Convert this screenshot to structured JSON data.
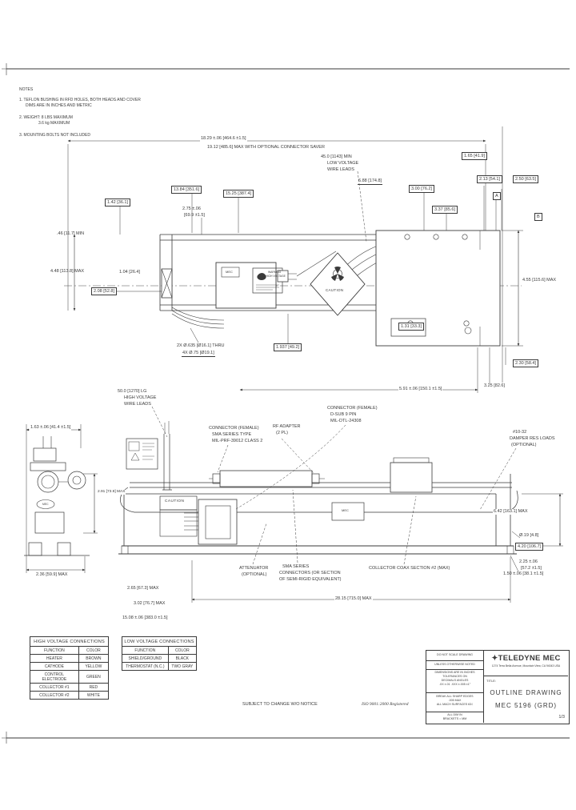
{
  "page": {
    "sheet": "1/3"
  },
  "notes": {
    "heading": "NOTES",
    "n1a": "1.  TEFLON BUSHING IN RFD HOLES, BOTH HEADS AND COVER",
    "n1b": "DIMS ARE IN INCHES AND METRIC",
    "n2a": "2.  WEIGHT:   8 LBS MAXIMUM",
    "n2b": "3.6 kg MAXIMUM",
    "n3": "3.  MOUNTING BOLTS NOT INCLUDED"
  },
  "top_view": {
    "overall": "18.29 ±.06 [464.6 ±1.5]",
    "overall_opt": "19.12 [485.6] MAX WITH OPTIONAL CONNECTOR SAVER",
    "d165": "1.65 [41.9]",
    "d688": "6.88 [174.8]",
    "d213": "2.13 [54.1]",
    "d250": "2.50 [63.5]",
    "lv1": "45.0 [1143] MIN",
    "lv2": "LOW VOLTAGE",
    "lv3": "WIRE LEADS",
    "d300": "3.00 [76.2]",
    "d337": "3.37 [85.6]",
    "d142": "1.42 [36.1]",
    "d1384": "13.84 [351.6]",
    "d1525": "15.25 [387.4]",
    "d275a": "2.75 ±.06",
    "d275b": "[69.9 ±1.5]",
    "d046": ".46 [11.7] MIN",
    "d448": "4.48 [113.8] MAX",
    "d208": "2.08 [52.8]",
    "d104": "1.04 [26.4]",
    "d455": "4.55 [115.6] MAX",
    "d230a": "3.25 [82.6]",
    "d230b": "2.30 [58.4]",
    "d591": "5.91 ±.06 [150.1 ±1.5]",
    "d131": "1.31 [33.3]",
    "holes1": "2X Ø.635 [Ø16.1] THRU",
    "holes2": "4X Ø.75 [Ø19.1]",
    "d1937": "1.937 [49.2]",
    "datum_a": "A",
    "datum_b": "B",
    "caution": "CAUTION",
    "warn1": "WARNING",
    "warn2": "HIGH VOLTAGE",
    "nameplate": "MEC"
  },
  "side_view": {
    "hv1": "50.0 [1270] LG",
    "hv2": "HIGH VOLTAGE",
    "hv3": "WIRE LEADS",
    "sma1": "CONNECTOR (FEMALE)",
    "sma2": "SMA SERIES TYPE",
    "sma3": "MIL-PRF-39012 CLASS 2",
    "rf1": "RF ADAPTER",
    "rf2": "(2 PL)",
    "dsub1": "CONNECTOR (FEMALE)",
    "dsub2": "D-SUB 9 PIN",
    "dsub3": "MIL-DTL-24308",
    "damper1": "#10-32",
    "damper2": "DAMPER RES LOADS",
    "damper3": "(OPTIONAL)",
    "d163": "1.63 ±.06 [41.4 ±1.5]",
    "d291": "2.91 [73.9] MAX",
    "d236": "2.36 [59.9] MAX",
    "d265": "2.65 [67.3] MAX",
    "d302": "3.02 [76.7] MAX",
    "d1508": "15.08 ±.06 [383.0 ±1.5]",
    "att1": "ATTENUATOR",
    "att2": "(OPTIONAL)",
    "smac1": "SMA SERIES",
    "smac2": "CONNECTORS (OR SECTION",
    "smac3": "OF SEMI-RIGID EQUIVALENT)",
    "collector": "COLLECTOR COAX SECTION #2 (MAX)",
    "d225a": "2.25 ±.06",
    "d225b": "[57.2 ±1.5]",
    "d2815": "28.15 [715.0] MAX",
    "d642": "6.42 [163.1] MAX",
    "d019": "Ø.19 [4.8]",
    "d420": "4.20 [106.7]",
    "d150": "1.50 ±.06 [38.1 ±1.5]",
    "caution": "CAUTION",
    "box_label": "MEC",
    "oval_label": "MEC"
  },
  "tables": {
    "hv": {
      "title": "HIGH VOLTAGE CONNECTIONS",
      "col_f": "FUNCTION",
      "col_c": "COLOR",
      "rows": [
        {
          "f": "HEATER",
          "c": "BROWN"
        },
        {
          "f": "CATHODE",
          "c": "YELLOW"
        },
        {
          "f": "CONTROL ELECTRODE",
          "c": "GREEN"
        },
        {
          "f": "COLLECTOR #1",
          "c": "RED"
        },
        {
          "f": "COLLECTOR #2",
          "c": "WHITE"
        }
      ]
    },
    "lv": {
      "title": "LOW VOLTAGE CONNECTIONS",
      "col_f": "FUNCTION",
      "col_c": "COLOR",
      "rows": [
        {
          "f": "SHIELD/GROUND",
          "c": "BLACK"
        },
        {
          "f": "THERMOSTAT (N.C.)",
          "c": "TWO GRAY"
        }
      ]
    }
  },
  "footer": {
    "notice": "SUBJECT TO CHANGE W/O NOTICE",
    "iso": "ISO 9001:2000 Registered"
  },
  "title_block": {
    "no_scale": "DO NOT SCALE DRAWING",
    "unless": "UNLESS OTHERWISE NOTED",
    "line1": "DIMENSIONS ARE IN INCHES",
    "line2": "TOLERANCES ON",
    "line3": "DECIMALS        ANGLES",
    "line4": ".XX ±.01   .XXX ±.005   ±1°",
    "line5": "BREAK ALL SHARP EDGES",
    "line6": ".005 MAX",
    "line7": "ALL MACH SURFACES 63√",
    "line8": "ALL DIM IN",
    "line9": "BRACKETS = MM",
    "logo_glyph": "✦",
    "company": "TELEDYNE MEC",
    "address": "1274 Terra Bella Avenue, Mountain View, CA 94043 USA",
    "title_label": "TITLE:",
    "title1": "OUTLINE DRAWING",
    "title2": "MEC 5196 (GRD)"
  }
}
